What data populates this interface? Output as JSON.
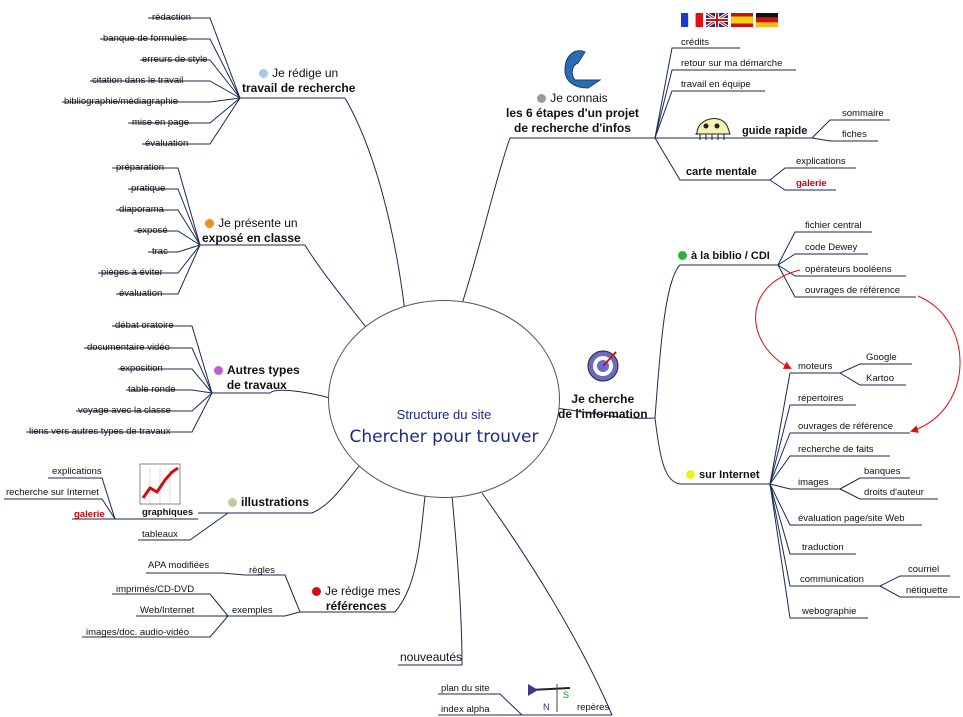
{
  "center": {
    "subtitle": "Structure du site",
    "title": "Chercher pour trouver"
  },
  "colors": {
    "line": "#1b2a55",
    "red_arrow": "#e01010",
    "center_text": "#1b2a8a"
  },
  "topic_travail": {
    "line1": "Je rédige un",
    "line2": "travail de recherche",
    "dot": "#a8c8ec",
    "items": [
      "rédaction",
      "banque de formules",
      "erreurs de style",
      "citation dans le travail",
      "bibliographie/médiagraphie",
      "mise en page",
      "évaluation"
    ]
  },
  "topic_expose": {
    "line1": "Je présente un",
    "line2": "exposé en classe",
    "dot": "#f08c1c",
    "items": [
      "préparation",
      "pratique",
      "diaporama",
      "exposé",
      "trac",
      "pièges à éviter",
      "évaluation"
    ]
  },
  "topic_autres": {
    "line1": "Autres types",
    "line2": "de travaux",
    "dot": "#c060d0",
    "items": [
      "débat oratoire",
      "documentaire vidéo",
      "exposition",
      "table ronde",
      "voyage avec la classe",
      "liens vers autres types de travaux"
    ]
  },
  "topic_illus": {
    "label": "illustrations",
    "dot": "#c8c8a0",
    "graphiques": "graphiques",
    "tableaux": "tableaux",
    "items": [
      "explications",
      "recherche sur Internet",
      "galerie"
    ]
  },
  "topic_refs": {
    "line1": "Je rédige mes",
    "line2": "références",
    "dot": "#d01010",
    "regles": "règles",
    "regles_items": [
      "APA modifiées"
    ],
    "exemples": "exemples",
    "exemples_items": [
      "imprimés/CD-DVD",
      "Web/Internet",
      "images/doc. audio-vidéo"
    ]
  },
  "topic_nouveautes": {
    "label": "nouveautés"
  },
  "topic_reperes": {
    "label": "repères",
    "items": [
      "plan du site",
      "index alpha"
    ]
  },
  "topic_etapes": {
    "line1": "Je connais",
    "line2": "les 6 étapes d'un projet",
    "line3": "de recherche d'infos",
    "dot": "#999999",
    "items": [
      "crédits",
      "retour sur ma démarche",
      "travail en équipe"
    ]
  },
  "guide": {
    "label": "guide rapide",
    "items": [
      "sommaire",
      "fiches"
    ]
  },
  "carte": {
    "label": "carte mentale",
    "items": [
      "explications",
      "galerie"
    ]
  },
  "topic_cherche": {
    "line1": "Je cherche",
    "line2": "de l'information"
  },
  "biblio": {
    "label": "à la biblio / CDI",
    "dot": "#30b030",
    "items": [
      "fichier central",
      "code Dewey",
      "opérateurs booléens",
      "ouvrages de référence"
    ]
  },
  "internet": {
    "label": "sur Internet",
    "dot": "#f0f020",
    "moteurs": "moteurs",
    "moteurs_items": [
      "Google",
      "Kartoo"
    ],
    "items": [
      "répertoires",
      "ouvrages de référence",
      "recherche de faits"
    ],
    "images": "images",
    "images_items": [
      "banques",
      "droits d'auteur"
    ],
    "items2": [
      "évaluation page/site Web",
      "traduction"
    ],
    "communication": "communication",
    "communication_items": [
      "courriel",
      "nétiquette"
    ],
    "webographie": "webographie"
  },
  "flags": [
    "flag-france",
    "flag-uk",
    "flag-spain",
    "flag-germany"
  ]
}
